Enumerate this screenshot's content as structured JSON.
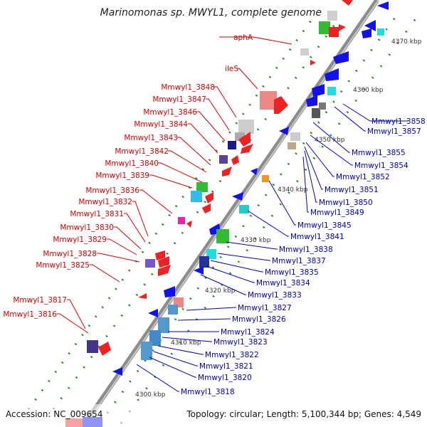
{
  "title": "Marinomonas sp. MWYL1, complete genome",
  "footer": {
    "accession": "Accession: NC_009654",
    "summary": "Topology: circular; Length: 5,100,344 bp; Genes: 4,549"
  },
  "colors": {
    "forward_label": "#dd0000",
    "reverse_label": "#0000cc",
    "backbone": "#8c8c8c"
  },
  "kbp_ticks": [
    "4300 kbp",
    "4310 kbp",
    "4320 kbp",
    "4330 kbp",
    "4340 kbp",
    "4350 kbp",
    "4360 kbp",
    "4370 kbp"
  ],
  "forward_labels": [
    "aphA",
    "ileS",
    "Mmwyl1_3848",
    "Mmwyl1_3847",
    "Mmwyl1_3846",
    "Mmwyl1_3844",
    "Mmwyl1_3843",
    "Mmwyl1_3842",
    "Mmwyl1_3840",
    "Mmwyl1_3839",
    "Mmwyl1_3836",
    "Mmwyl1_3832",
    "Mmwyl1_3831",
    "Mmwyl1_3830",
    "Mmwyl1_3829",
    "Mmwyl1_3828",
    "Mmwyl1_3825",
    "Mmwyl1_3817",
    "Mmwyl1_3816"
  ],
  "reverse_labels": [
    "Mmwyl1_3858",
    "Mmwyl1_3857",
    "Mmwyl1_3855",
    "Mmwyl1_3854",
    "Mmwyl1_3852",
    "Mmwyl1_3851",
    "Mmwyl1_3850",
    "Mmwyl1_3849",
    "Mmwyl1_3845",
    "Mmwyl1_3841",
    "Mmwyl1_3838",
    "Mmwyl1_3837",
    "Mmwyl1_3835",
    "Mmwyl1_3834",
    "Mmwyl1_3833",
    "Mmwyl1_3827",
    "Mmwyl1_3826",
    "Mmwyl1_3824",
    "Mmwyl1_3823",
    "Mmwyl1_3822",
    "Mmwyl1_3821",
    "Mmwyl1_3820",
    "Mmwyl1_3818"
  ]
}
